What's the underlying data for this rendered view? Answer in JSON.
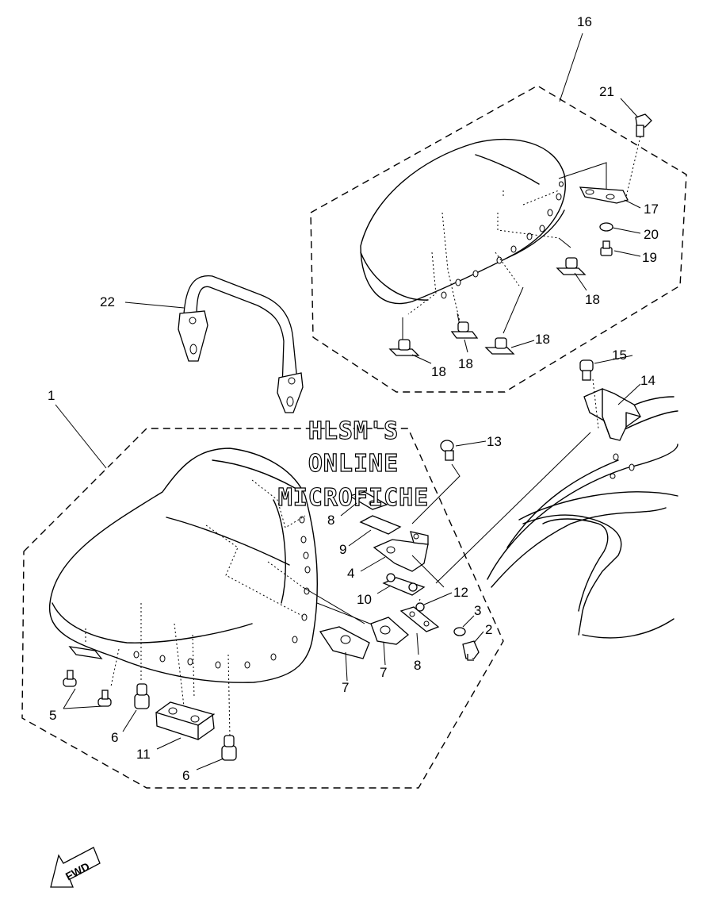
{
  "callouts": {
    "c1": "1",
    "c2": "2",
    "c3": "3",
    "c4": "4",
    "c5": "5",
    "c6a": "6",
    "c6b": "6",
    "c7a": "7",
    "c7b": "7",
    "c8a": "8",
    "c8b": "8",
    "c9": "9",
    "c10": "10",
    "c11": "11",
    "c12": "12",
    "c13": "13",
    "c14": "14",
    "c15": "15",
    "c16": "16",
    "c17": "17",
    "c18a": "18",
    "c18b": "18",
    "c18c": "18",
    "c18d": "18",
    "c19": "19",
    "c20": "20",
    "c21": "21",
    "c22": "22"
  },
  "watermark": {
    "line1": "HLSM'S",
    "line2": "ONLINE",
    "line3": "MICROFICHE"
  },
  "direction_arrow": {
    "label": "FWD",
    "icon": "fwd-arrow-icon"
  }
}
